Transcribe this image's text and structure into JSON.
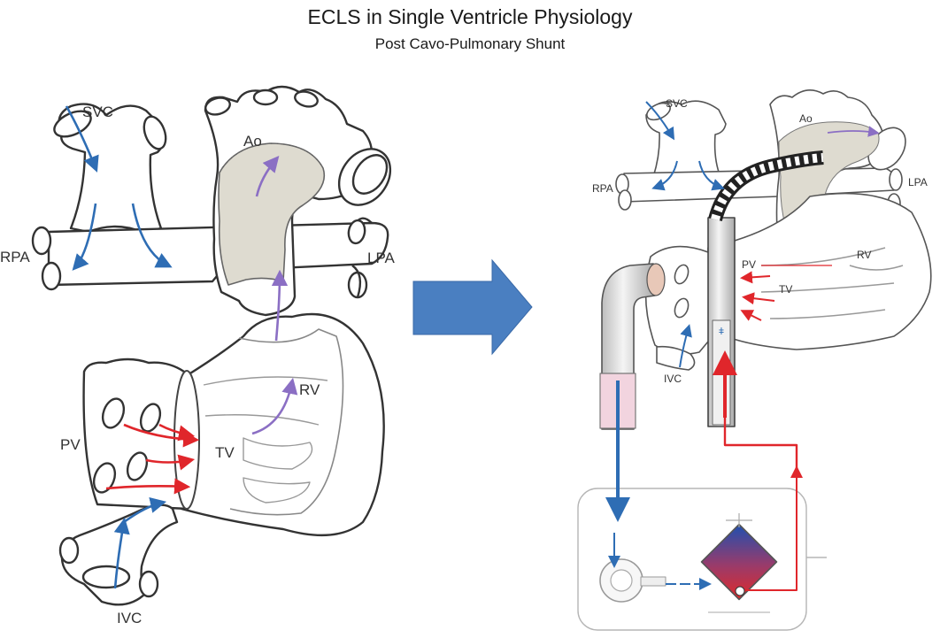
{
  "title": "ECLS in Single Ventricle Physiology",
  "subtitle": "Post Cavo-Pulmonary Shunt",
  "left_panel": {
    "labels": {
      "svc": "SVC",
      "ao": "Ao",
      "rpa": "RPA",
      "lpa": "LPA",
      "rv": "RV",
      "pv": "PV",
      "tv": "TV",
      "ivc": "IVC"
    }
  },
  "right_panel": {
    "labels": {
      "svc": "SVC",
      "ao": "Ao",
      "rpa": "RPA",
      "lpa": "LPA",
      "rv": "RV",
      "pv": "PV",
      "tv": "TV",
      "ivc": "IVC"
    }
  },
  "colors": {
    "venous_blue": "#2e6db4",
    "arterial_red": "#e0262b",
    "mixed_purple": "#8b6fc4",
    "shunt_fill": "#dedbd0",
    "transition_arrow": "#4a7fc1",
    "cannula_pink": "#f2d4df"
  }
}
